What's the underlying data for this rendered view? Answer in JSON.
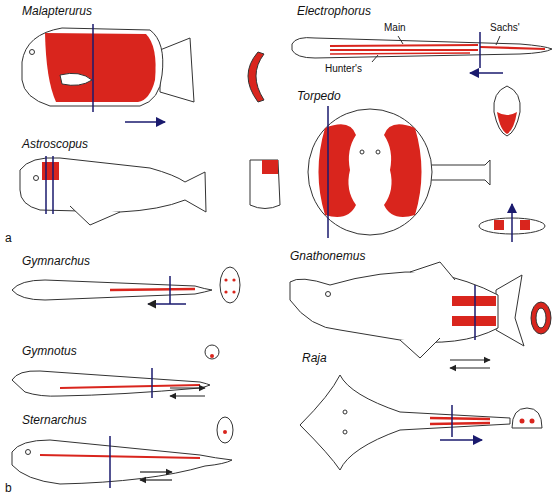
{
  "diagram": {
    "labels": [
      "Malapterurus",
      "Electrophorus",
      "Main",
      "Sachs'",
      "Hunter's",
      "Astroscopus",
      "Torpedo",
      "a",
      "Gymnarchus",
      "Gnathonemus",
      "Gymnotus",
      "Raja",
      "Sternarchus",
      "b"
    ]
  }
}
